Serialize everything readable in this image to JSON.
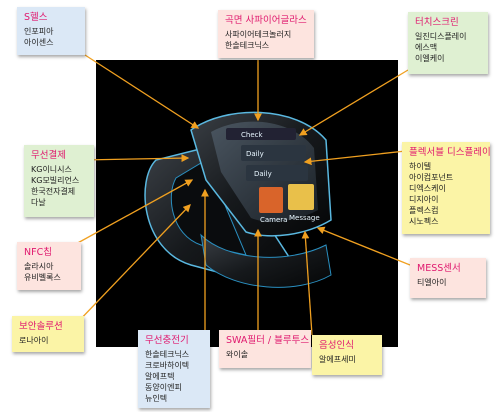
{
  "notes": {
    "s_health": {
      "title": "S헬스",
      "items": [
        "인포피아",
        "아이센스"
      ]
    },
    "curved_sapphire": {
      "title": "곡면 사파이어글라스",
      "items": [
        "사파이어테크놀러지",
        "한솔테크닉스"
      ]
    },
    "touchscreen": {
      "title": "터치스크린",
      "items": [
        "일진디스플레이",
        "에스맥",
        "이엘케이"
      ]
    },
    "wireless_pay": {
      "title": "무선결제",
      "items": [
        "KG이니시스",
        "KG모빌리언스",
        "한국전자결제",
        "다날"
      ]
    },
    "flexible_display": {
      "title": "플렉서블 디스플레이",
      "items": [
        "하이텔",
        "아이컴포넌트",
        "디엑스케이",
        "디지아이",
        "플렉스컴",
        "시노펙스"
      ]
    },
    "nfc_chip": {
      "title": "NFC칩",
      "items": [
        "솔라시아",
        "유비벨록스"
      ]
    },
    "mess_sensor": {
      "title": "MESS센서",
      "items": [
        "티엘아이"
      ]
    },
    "security": {
      "title": "보안솔루션",
      "items": [
        "로나아이"
      ]
    },
    "wireless_charger": {
      "title": "무선충전기",
      "items": [
        "한솔테크닉스",
        "크로바하이텍",
        "알에프텍",
        "동양이엔피",
        "뉴인텍"
      ]
    },
    "swa_filter": {
      "title": "SWA필터 / 블루투스",
      "items": [
        "와이솔"
      ]
    },
    "voice": {
      "title": "음성인식",
      "items": [
        "알에프세미"
      ]
    }
  },
  "watch_screen": {
    "labels": [
      "Check",
      "Daily",
      "Daily",
      "Camera",
      "Message"
    ]
  },
  "colors": {
    "title": "#e01a6f",
    "arrow": "#f0a020",
    "screen": "#2a8fc0"
  }
}
